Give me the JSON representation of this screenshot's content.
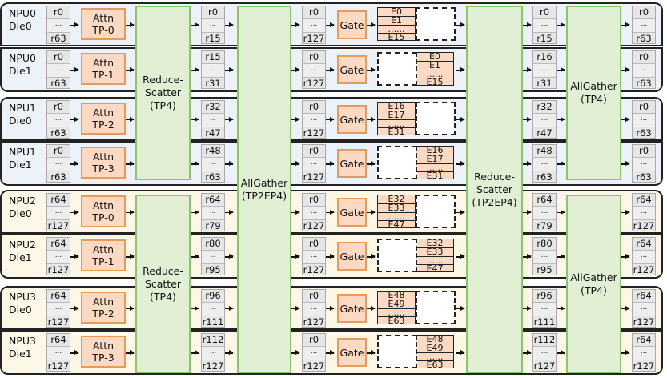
{
  "rows": [
    {
      "npu": "NPU0",
      "die": "Die0",
      "in": [
        "r0",
        "...",
        "r63"
      ],
      "attn": [
        "Attn",
        "TP-0"
      ],
      "rs": [
        "r0",
        "...",
        "r15"
      ],
      "ag": [
        "r0",
        "...",
        "r127"
      ],
      "experts": [
        "E0",
        "E1",
        "......",
        "E15"
      ],
      "expert_side": "left",
      "rs2": [
        "r0",
        "...",
        "r15"
      ],
      "out": [
        "r0",
        "...",
        "r63"
      ]
    },
    {
      "npu": "NPU0",
      "die": "Die1",
      "in": [
        "r0",
        "...",
        "r63"
      ],
      "attn": [
        "Attn",
        "TP-1"
      ],
      "rs": [
        "r15",
        "...",
        "r31"
      ],
      "ag": [
        "r0",
        "...",
        "r127"
      ],
      "experts": [
        "E0",
        "E1",
        "......",
        "E15"
      ],
      "expert_side": "right",
      "rs2": [
        "r16",
        "...",
        "r31"
      ],
      "out": [
        "r0",
        "...",
        "r63"
      ]
    },
    {
      "npu": "NPU1",
      "die": "Die0",
      "in": [
        "r0",
        "...",
        "r63"
      ],
      "attn": [
        "Attn",
        "TP-2"
      ],
      "rs": [
        "r32",
        "...",
        "r47"
      ],
      "ag": [
        "r0",
        "...",
        "r127"
      ],
      "experts": [
        "E16",
        "E17",
        "......",
        "E31"
      ],
      "expert_side": "left",
      "rs2": [
        "r32",
        "...",
        "r47"
      ],
      "out": [
        "r0",
        "...",
        "r63"
      ]
    },
    {
      "npu": "NPU1",
      "die": "Die1",
      "in": [
        "r0",
        "...",
        "r63"
      ],
      "attn": [
        "Attn",
        "TP-3"
      ],
      "rs": [
        "r48",
        "...",
        "r63"
      ],
      "ag": [
        "r0",
        "...",
        "r127"
      ],
      "experts": [
        "E16",
        "E17",
        "......",
        "E31"
      ],
      "expert_side": "right",
      "rs2": [
        "r48",
        "...",
        "r63"
      ],
      "out": [
        "r0",
        "...",
        "r63"
      ]
    },
    {
      "npu": "NPU2",
      "die": "Die0",
      "in": [
        "r64",
        "...",
        "r127"
      ],
      "attn": [
        "Attn",
        "TP-0"
      ],
      "rs": [
        "r64",
        "...",
        "r79"
      ],
      "ag": [
        "r0",
        "...",
        "r127"
      ],
      "experts": [
        "E32",
        "E33",
        "......",
        "E47"
      ],
      "expert_side": "left",
      "rs2": [
        "r64",
        "...",
        "r79"
      ],
      "out": [
        "r64",
        "...",
        "r127"
      ]
    },
    {
      "npu": "NPU2",
      "die": "Die1",
      "in": [
        "r64",
        "...",
        "r127"
      ],
      "attn": [
        "Attn",
        "TP-1"
      ],
      "rs": [
        "r80",
        "...",
        "r95"
      ],
      "ag": [
        "r0",
        "...",
        "r127"
      ],
      "experts": [
        "E32",
        "E33",
        "......",
        "E47"
      ],
      "expert_side": "right",
      "rs2": [
        "r80",
        "...",
        "r95"
      ],
      "out": [
        "r64",
        "...",
        "r127"
      ]
    },
    {
      "npu": "NPU3",
      "die": "Die0",
      "in": [
        "r64",
        "...",
        "r127"
      ],
      "attn": [
        "Attn",
        "TP-2"
      ],
      "rs": [
        "r96",
        "...",
        "r111"
      ],
      "ag": [
        "r0",
        "...",
        "r127"
      ],
      "experts": [
        "E48",
        "E49",
        "......",
        "E63"
      ],
      "expert_side": "left",
      "rs2": [
        "r96",
        "...",
        "r111"
      ],
      "out": [
        "r64",
        "...",
        "r127"
      ]
    },
    {
      "npu": "NPU3",
      "die": "Die1",
      "in": [
        "r64",
        "...",
        "r127"
      ],
      "attn": [
        "Attn",
        "TP-3"
      ],
      "rs": [
        "r112",
        "...",
        "r127"
      ],
      "ag": [
        "r0",
        "...",
        "r127"
      ],
      "experts": [
        "E48",
        "E49",
        "......",
        "E63"
      ],
      "expert_side": "right",
      "rs2": [
        "r112",
        "...",
        "r127"
      ],
      "out": [
        "r64",
        "...",
        "r127"
      ]
    }
  ],
  "gate_label": "Gate",
  "blocks": {
    "reduce_scatter_tp4": "Reduce-Scatter (TP4)",
    "allgather_tp2ep4": "AllGather (TP2EP4)",
    "reduce_scatter_tp2ep4": "Reduce-Scatter (TP2EP4)",
    "allgather_tp4": "AllGather (TP4)"
  },
  "colors": {
    "top_bg": "#edf2f8",
    "bottom_bg": "#fcf7e6",
    "op_fill": "#fbd9c3",
    "op_border": "#e59a5e",
    "comm_fill": "#e1efd4",
    "comm_border": "#8cc46d"
  }
}
